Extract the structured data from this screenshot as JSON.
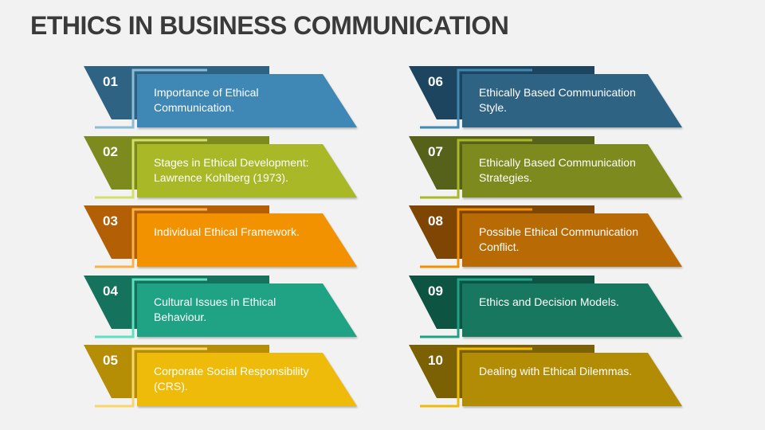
{
  "title": "ETHICS IN BUSINESS COMMUNICATION",
  "items": [
    {
      "number": "01",
      "text": "Importance of Ethical Communication.",
      "colors": {
        "back": "#2e6384",
        "front": "#3f88b5",
        "line": "#8bbcd8"
      }
    },
    {
      "number": "02",
      "text": "Stages in Ethical Development: Lawrence Kohlberg (1973).",
      "colors": {
        "back": "#7c8a1e",
        "front": "#a8b826",
        "line": "#d2df6a"
      }
    },
    {
      "number": "03",
      "text": "Individual Ethical Framework.",
      "colors": {
        "back": "#b25f05",
        "front": "#f39200",
        "line": "#f9b24a"
      }
    },
    {
      "number": "04",
      "text": "Cultural Issues in Ethical Behaviour.",
      "colors": {
        "back": "#15735d",
        "front": "#1fa384",
        "line": "#5fe0c0"
      }
    },
    {
      "number": "05",
      "text": "Corporate Social Responsibility (CRS).",
      "colors": {
        "back": "#b58e06",
        "front": "#efbb0a",
        "line": "#f8d66a"
      }
    },
    {
      "number": "06",
      "text": "Ethically Based Communication Style.",
      "colors": {
        "back": "#1d4560",
        "front": "#2e6384",
        "line": "#3f88b5"
      }
    },
    {
      "number": "07",
      "text": "Ethically Based Communication Strategies.",
      "colors": {
        "back": "#56611a",
        "front": "#7c8a1e",
        "line": "#a8b826"
      }
    },
    {
      "number": "08",
      "text": "Possible Ethical Communication Conflict.",
      "colors": {
        "back": "#7f4503",
        "front": "#b86a05",
        "line": "#f29000"
      }
    },
    {
      "number": "09",
      "text": "Ethics and Decision Models.",
      "colors": {
        "back": "#0e5443",
        "front": "#17785f",
        "line": "#1fa384"
      }
    },
    {
      "number": "10",
      "text": "Dealing with Ethical Dilemmas.",
      "colors": {
        "back": "#7c6004",
        "front": "#b38c06",
        "line": "#efbb0a"
      }
    }
  ]
}
